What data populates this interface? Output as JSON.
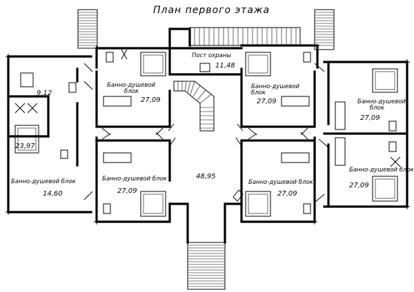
{
  "plan": {
    "title": "План первого этажа",
    "rooms": {
      "guard": {
        "label": "Пост охраны",
        "area": "11,48"
      },
      "hall": {
        "area": "48,95"
      },
      "west_block": {
        "label": "Банно-душевой блок",
        "area": "14,60"
      },
      "west_top": {
        "area": "9,12"
      },
      "west_mid": {
        "area": "23,97"
      },
      "c_tl": {
        "label1": "Банно-душевой",
        "label2": "блок",
        "area": "27,09"
      },
      "c_tr": {
        "label1": "Банно-душевой",
        "label2": "блок",
        "area": "27,09"
      },
      "c_bl": {
        "label": "Банно-душевой блок",
        "area": "27,09"
      },
      "c_br": {
        "label": "Банно-душевой блок",
        "area": "27,09"
      },
      "e_top": {
        "label1": "Банно-душевой",
        "label2": "блок",
        "area": "27,09"
      },
      "e_bot": {
        "label": "Банно-душевой блок",
        "area": "27,09"
      }
    }
  }
}
